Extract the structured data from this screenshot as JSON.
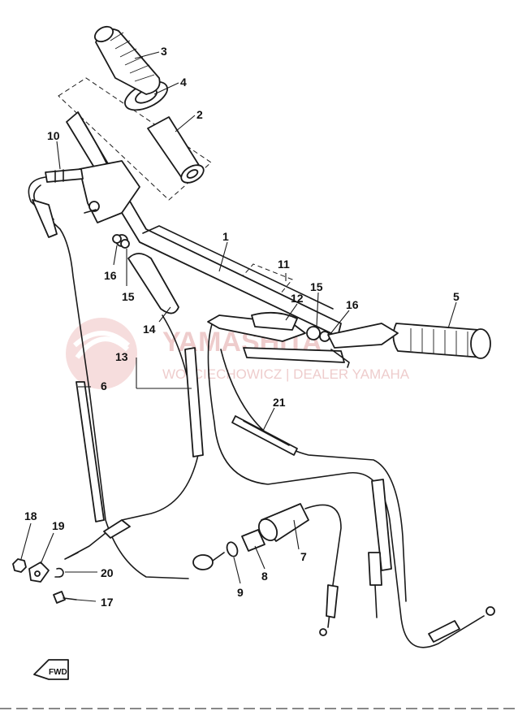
{
  "watermark": {
    "brand": "YAMASHITA",
    "subtitle": "WOJCIECHOWICZ | DEALER YAMAHA",
    "color": "#d07070"
  },
  "callouts": {
    "c1": "1",
    "c2": "2",
    "c3": "3",
    "c4": "4",
    "c5": "5",
    "c6": "6",
    "c7": "7",
    "c8": "8",
    "c9": "9",
    "c10": "10",
    "c11": "11",
    "c12": "12",
    "c13": "13",
    "c14": "14",
    "c15a": "15",
    "c15b": "15",
    "c16a": "16",
    "c16b": "16",
    "c17": "17",
    "c18": "18",
    "c19": "19",
    "c20": "20",
    "c21": "21"
  },
  "fwd_label": "FWD"
}
